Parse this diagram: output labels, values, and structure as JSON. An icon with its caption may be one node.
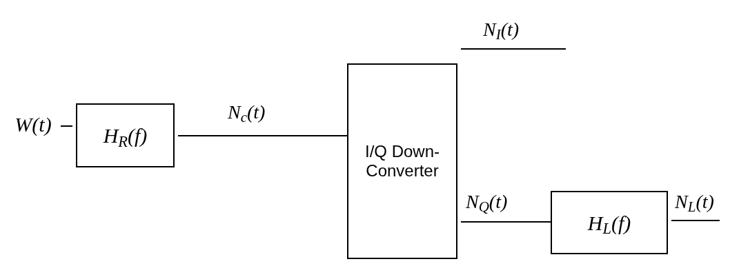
{
  "diagram": {
    "nodes": [
      {
        "text": [
          "W(t)"
        ]
      },
      {
        "text": [
          "H$_{R}$(f)"
        ]
      },
      {
        "text": [
          "I/Q Down-Converter"
        ]
      },
      {
        "text": [
          "H$_{L}$(f)"
        ]
      }
    ],
    "edges": [
      {
        "from": 0,
        "to": 1,
        "arrow": "none"
      },
      {
        "from": 1,
        "to": 2,
        "arrow": "none",
        "label": "N$_{c}$(t)"
      },
      {
        "from": 2,
        "to": null,
        "arrow": "none",
        "label": "N$_{I}$(t)"
      },
      {
        "from": 2,
        "to": 3,
        "arrow": "none",
        "label": "N$_{Q}$(t)"
      },
      {
        "from": 3,
        "to": null,
        "arrow": "none",
        "label": "N$_{L}$(t)"
      }
    ]
  }
}
